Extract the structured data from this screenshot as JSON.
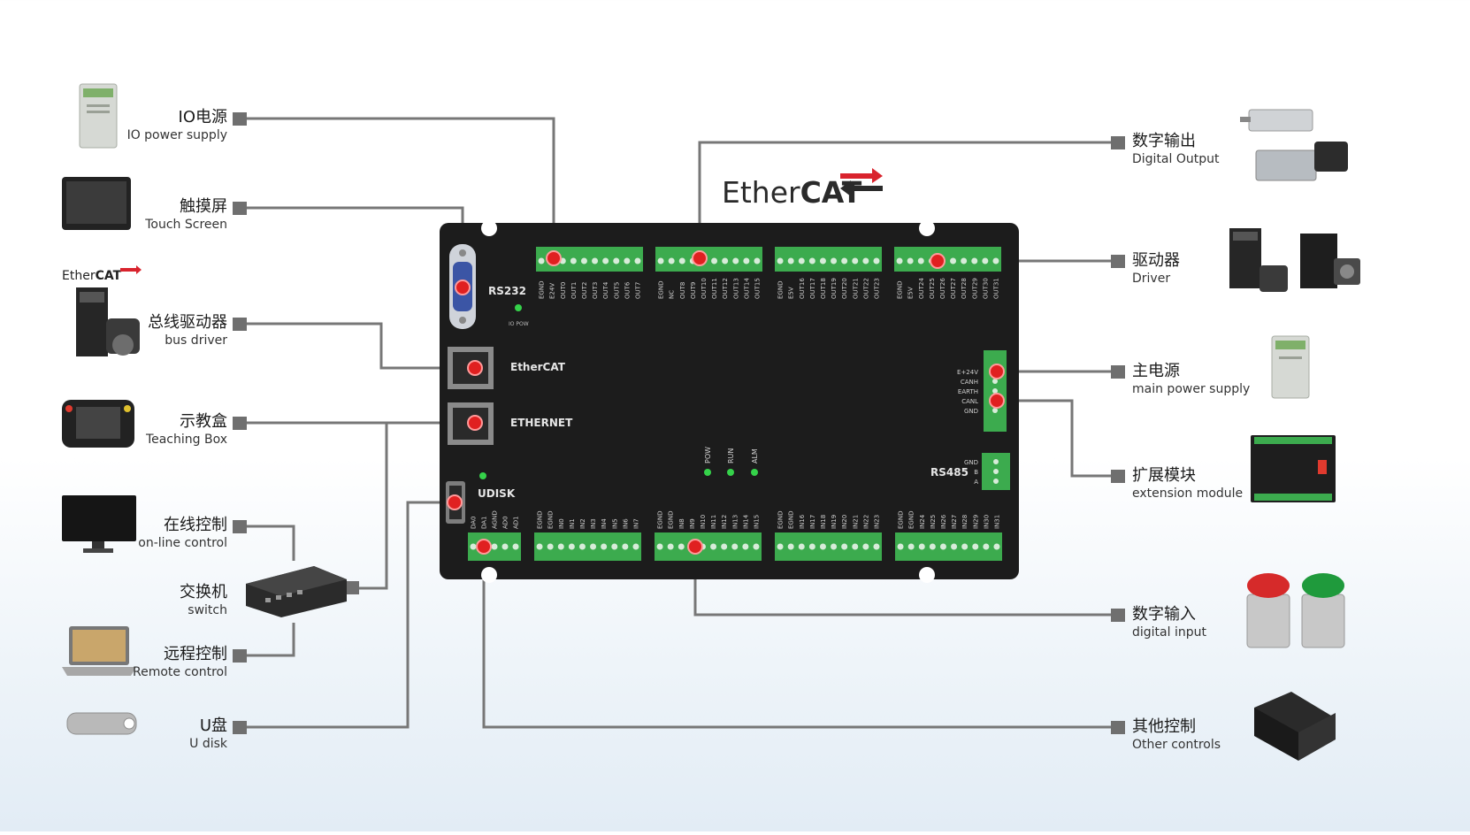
{
  "brand": {
    "name_prefix": "Ether",
    "name_suffix": "CAT"
  },
  "board": {
    "ports": {
      "rs232": "RS232",
      "io_pow": "IO POW",
      "ethercat": "EtherCAT",
      "ethernet": "ETHERNET",
      "udisk": "UDISK",
      "rs485": "RS485"
    },
    "leds": [
      "POW",
      "RUN",
      "ALM"
    ],
    "power_pins": [
      "E+24V",
      "CANH",
      "EARTH",
      "CANL",
      "GND"
    ],
    "rs485_pins": [
      "GND",
      "B",
      "A"
    ],
    "top_pin_groups": [
      [
        "EGND",
        "E24V",
        "OUT0",
        "OUT1",
        "OUT2",
        "OUT3",
        "OUT4",
        "OUT5",
        "OUT6",
        "OUT7"
      ],
      [
        "EGND",
        "NC",
        "OUT8",
        "OUT9",
        "OUT10",
        "OUT11",
        "OUT12",
        "OUT13",
        "OUT14",
        "OUT15"
      ],
      [
        "EGND",
        "E5V",
        "OUT16",
        "OUT17",
        "OUT18",
        "OUT19",
        "OUT20",
        "OUT21",
        "OUT22",
        "OUT23"
      ],
      [
        "EGND",
        "E5V",
        "OUT24",
        "OUT25",
        "OUT26",
        "OUT27",
        "OUT28",
        "OUT29",
        "OUT30",
        "OUT31"
      ]
    ],
    "bottom_pin_groups": [
      [
        "DA0",
        "DA1",
        "AGND",
        "AD0",
        "AD1"
      ],
      [
        "EGND",
        "EGND",
        "IN0",
        "IN1",
        "IN2",
        "IN3",
        "IN4",
        "IN5",
        "IN6",
        "IN7"
      ],
      [
        "EGND",
        "EGND",
        "IN8",
        "IN9",
        "IN10",
        "IN11",
        "IN12",
        "IN13",
        "IN14",
        "IN15"
      ],
      [
        "EGND",
        "EGND",
        "IN16",
        "IN17",
        "IN18",
        "IN19",
        "IN20",
        "IN21",
        "IN22",
        "IN23"
      ],
      [
        "EGND",
        "EGND",
        "IN24",
        "IN25",
        "IN26",
        "IN27",
        "IN28",
        "IN29",
        "IN30",
        "IN31"
      ]
    ]
  },
  "left_labels": [
    {
      "cn": "IO电源",
      "en": "IO power supply",
      "icon": "din-rail-power-supply"
    },
    {
      "cn": "触摸屏",
      "en": "Touch Screen",
      "icon": "touch-screen"
    },
    {
      "cn": "总线驱动器",
      "en": "bus driver",
      "icon": "servo-drive-motor"
    },
    {
      "cn": "示教盒",
      "en": "Teaching Box",
      "icon": "teach-pendant"
    },
    {
      "cn": "在线控制",
      "en": "on-line control",
      "icon": "monitor"
    },
    {
      "cn": "交换机",
      "en": "switch",
      "icon": "network-switch"
    },
    {
      "cn": "远程控制",
      "en": "Remote control",
      "icon": "laptop"
    },
    {
      "cn": "U盘",
      "en": "U disk",
      "icon": "usb-drive"
    }
  ],
  "right_labels": [
    {
      "cn": "数字输出",
      "en": "Digital Output",
      "icon": "cylinder-valve"
    },
    {
      "cn": "驱动器",
      "en": "Driver",
      "icon": "servo-stepper-drivers"
    },
    {
      "cn": "主电源",
      "en": "main power supply",
      "icon": "din-rail-power-supply"
    },
    {
      "cn": "扩展模块",
      "en": "extension module",
      "icon": "io-module"
    },
    {
      "cn": "数字输入",
      "en": "digital input",
      "icon": "push-buttons"
    },
    {
      "cn": "其他控制",
      "en": "Other controls",
      "icon": "plc-module"
    }
  ],
  "colors": {
    "board": "#1c1c1c",
    "terminal": "#3cab4e",
    "line": "#777777",
    "marker": "#e02020",
    "led": "#35d24a"
  }
}
